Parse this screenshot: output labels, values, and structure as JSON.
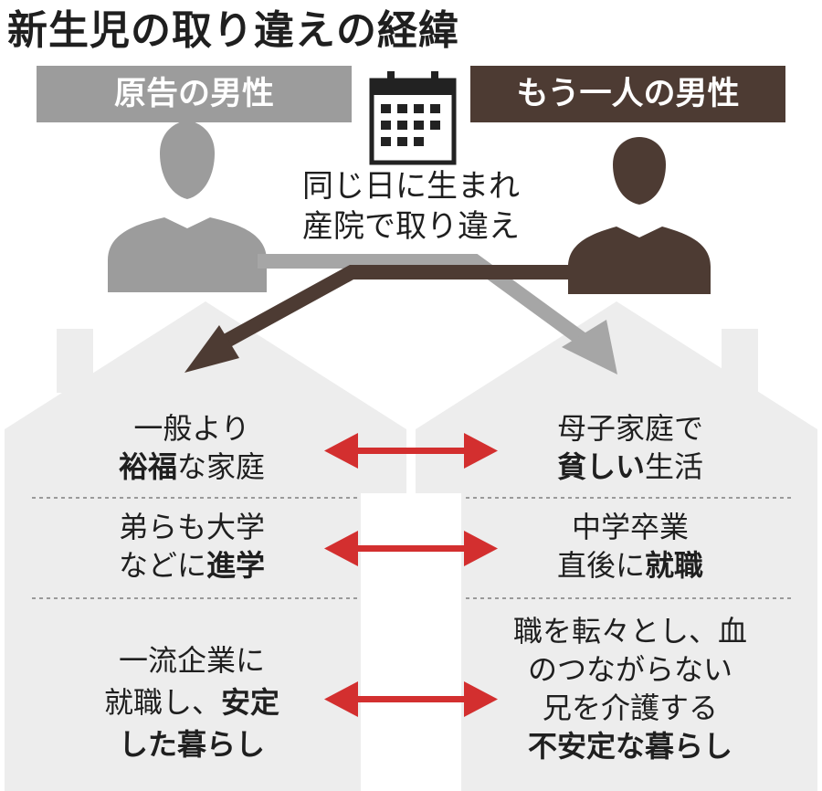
{
  "title": "新生児の取り違えの経緯",
  "left_label": "原告の男性",
  "right_label": "もう一人の男性",
  "center_caption": [
    "同じ日に生まれ",
    "産院で取り違え"
  ],
  "colors": {
    "left_person": "#9c9c9c",
    "right_person": "#4d3b33",
    "house": "#ededed",
    "arrow": "#d32f2f"
  },
  "icons": [
    "calendar-icon",
    "person-silhouette-icon",
    "house-icon",
    "double-arrow-icon"
  ],
  "rows": [
    {
      "left": [
        [
          {
            "t": "一般より",
            "b": false
          }
        ],
        [
          {
            "t": "裕福",
            "b": true
          },
          {
            "t": "な家庭",
            "b": false
          }
        ]
      ],
      "right": [
        [
          {
            "t": "母子家庭で",
            "b": false
          }
        ],
        [
          {
            "t": "貧しい",
            "b": true
          },
          {
            "t": "生活",
            "b": false
          }
        ]
      ]
    },
    {
      "left": [
        [
          {
            "t": "弟らも大学",
            "b": false
          }
        ],
        [
          {
            "t": "などに",
            "b": false
          },
          {
            "t": "進学",
            "b": true
          }
        ]
      ],
      "right": [
        [
          {
            "t": "中学卒業",
            "b": false
          }
        ],
        [
          {
            "t": "直後に",
            "b": false
          },
          {
            "t": "就職",
            "b": true
          }
        ]
      ]
    },
    {
      "left": [
        [
          {
            "t": "一流企業に",
            "b": false
          }
        ],
        [
          {
            "t": "就職し、",
            "b": false
          },
          {
            "t": "安定",
            "b": true
          }
        ],
        [
          {
            "t": "した暮らし",
            "b": true
          }
        ]
      ],
      "right": [
        [
          {
            "t": "職を転々とし、血",
            "b": false
          }
        ],
        [
          {
            "t": "のつながらない",
            "b": false
          }
        ],
        [
          {
            "t": "兄を介護する",
            "b": false
          }
        ],
        [
          {
            "t": "不安定な暮らし",
            "b": true
          }
        ]
      ]
    }
  ]
}
